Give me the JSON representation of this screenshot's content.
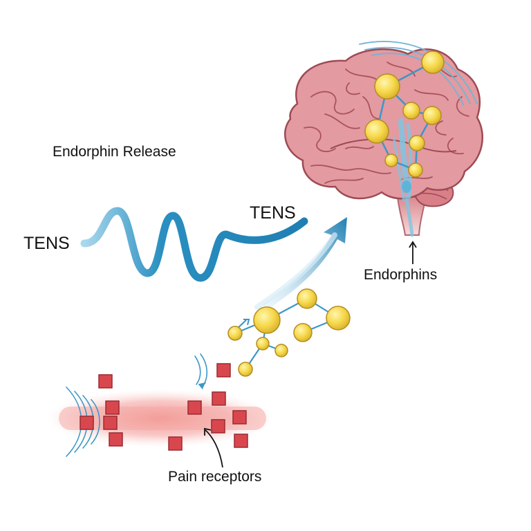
{
  "diagram": {
    "title": "Endorphin Release",
    "tens_label_left": "TENS",
    "tens_label_mid": "TENS",
    "endorphins_label": "Endorphins",
    "pain_receptors_label": "Pain receptors"
  },
  "colors": {
    "brain_fill": "#e39aa0",
    "brain_outline": "#9e4a55",
    "wave_blue": "#2a8fc0",
    "molecule_yellow": "#f6d84a",
    "receptor_red": "#d9474e",
    "nerve_pink": "#f4a9a6"
  },
  "icons": {
    "brain": "brain-icon",
    "molecule": "endorphin-molecule-icon",
    "receptor": "pain-receptor-icon",
    "wave": "tens-wave-icon"
  }
}
